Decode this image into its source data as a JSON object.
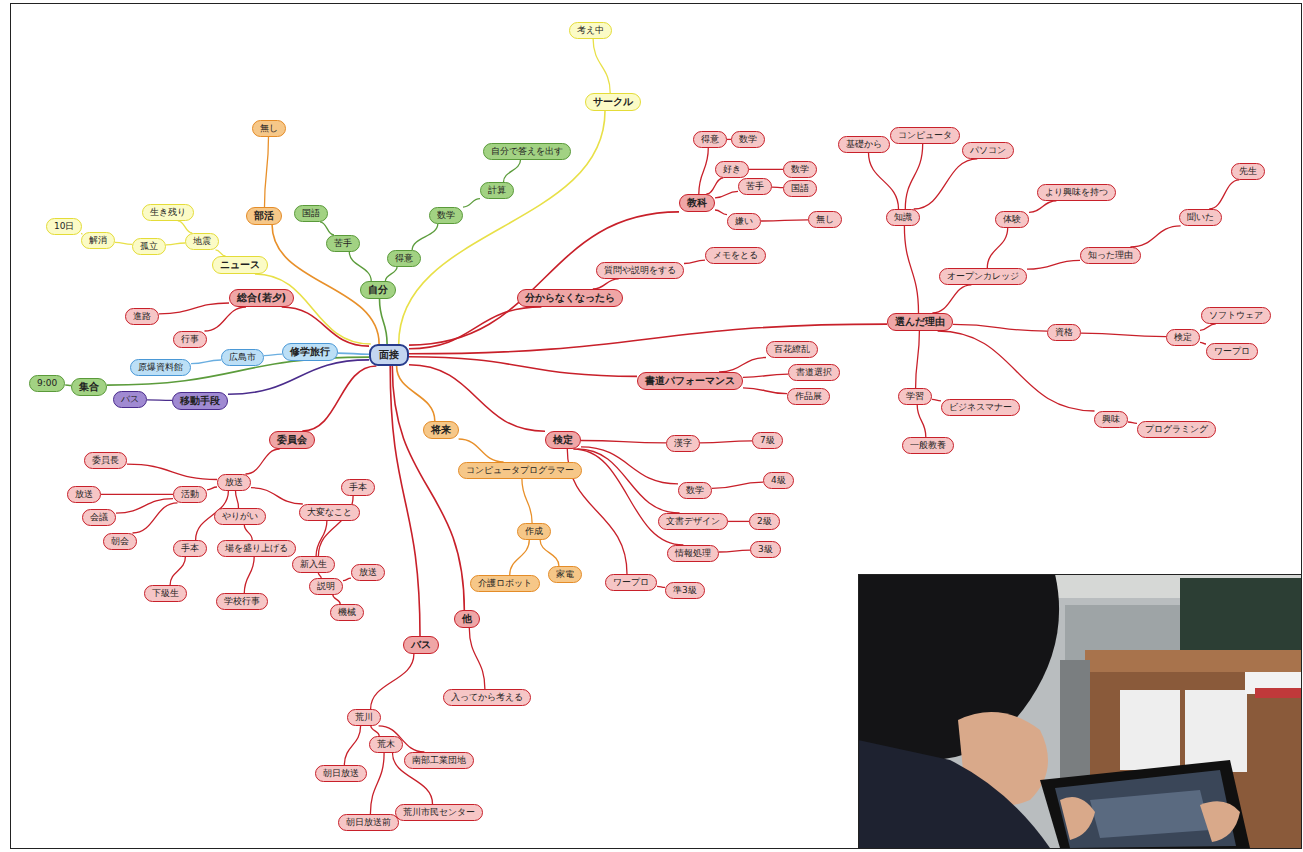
{
  "diagram": {
    "nodes": [
      {
        "text": [
          "面接"
        ]
      },
      {
        "text": [
          "サークル"
        ]
      },
      {
        "text": [
          "考え中"
        ]
      },
      {
        "text": [
          "ニュース"
        ]
      },
      {
        "text": [
          "地震"
        ]
      },
      {
        "text": [
          "生き残り"
        ]
      },
      {
        "text": [
          "孤立"
        ]
      },
      {
        "text": [
          "解消"
        ]
      },
      {
        "text": [
          "10日"
        ]
      },
      {
        "text": [
          "部活"
        ]
      },
      {
        "text": [
          "無し"
        ]
      },
      {
        "text": [
          "自分"
        ]
      },
      {
        "text": [
          "苦手"
        ]
      },
      {
        "text": [
          "国語"
        ]
      },
      {
        "text": [
          "得意"
        ]
      },
      {
        "text": [
          "数学"
        ]
      },
      {
        "text": [
          "計算"
        ]
      },
      {
        "text": [
          "自分で答えを出す"
        ]
      },
      {
        "text": [
          "総合(若夕)"
        ]
      },
      {
        "text": [
          "進路"
        ]
      },
      {
        "text": [
          "行事"
        ]
      },
      {
        "text": [
          "修学旅行"
        ]
      },
      {
        "text": [
          "広島市"
        ]
      },
      {
        "text": [
          "原爆資料館"
        ]
      },
      {
        "text": [
          "集合"
        ]
      },
      {
        "text": [
          "9:00"
        ]
      },
      {
        "text": [
          "移動手段"
        ]
      },
      {
        "text": [
          "バス"
        ]
      },
      {
        "text": [
          "委員会"
        ]
      },
      {
        "text": [
          "放送"
        ]
      },
      {
        "text": [
          "委員長"
        ]
      },
      {
        "text": [
          "活動"
        ]
      },
      {
        "text": [
          "放送"
        ]
      },
      {
        "text": [
          "会議"
        ]
      },
      {
        "text": [
          "朝会"
        ]
      },
      {
        "text": [
          "やりがい"
        ]
      },
      {
        "text": [
          "場を盛り上げる"
        ]
      },
      {
        "text": [
          "学校行事"
        ]
      },
      {
        "text": [
          "手本"
        ]
      },
      {
        "text": [
          "下級生"
        ]
      },
      {
        "text": [
          "大変なこと"
        ]
      },
      {
        "text": [
          "新入生"
        ]
      },
      {
        "text": [
          "手本"
        ]
      },
      {
        "text": [
          "説明"
        ]
      },
      {
        "text": [
          "放送"
        ]
      },
      {
        "text": [
          "機械"
        ]
      },
      {
        "text": [
          "バス"
        ]
      },
      {
        "text": [
          "荒川"
        ]
      },
      {
        "text": [
          "朝日放送"
        ]
      },
      {
        "text": [
          "荒木"
        ]
      },
      {
        "text": [
          "朝日放送前"
        ]
      },
      {
        "text": [
          "荒川市民センター"
        ]
      },
      {
        "text": [
          "南部工業団地"
        ]
      },
      {
        "text": [
          "他"
        ]
      },
      {
        "text": [
          "入ってから考える"
        ]
      },
      {
        "text": [
          "将来"
        ]
      },
      {
        "text": [
          "コンピュータプログラマー"
        ]
      },
      {
        "text": [
          "作成"
        ]
      },
      {
        "text": [
          "介護ロボット"
        ]
      },
      {
        "text": [
          "家電"
        ]
      },
      {
        "text": [
          "検定"
        ]
      },
      {
        "text": [
          "漢字"
        ]
      },
      {
        "text": [
          "7級"
        ]
      },
      {
        "text": [
          "数学"
        ]
      },
      {
        "text": [
          "4級"
        ]
      },
      {
        "text": [
          "文書デザイン"
        ]
      },
      {
        "text": [
          "2級"
        ]
      },
      {
        "text": [
          "情報処理"
        ]
      },
      {
        "text": [
          "3級"
        ]
      },
      {
        "text": [
          "ワープロ"
        ]
      },
      {
        "text": [
          "準3級"
        ]
      },
      {
        "text": [
          "書道パフォーマンス"
        ]
      },
      {
        "text": [
          "百花繚乱"
        ]
      },
      {
        "text": [
          "書道選択"
        ]
      },
      {
        "text": [
          "作品展"
        ]
      },
      {
        "text": [
          "分からなくなったら"
        ]
      },
      {
        "text": [
          "質問や説明をする"
        ]
      },
      {
        "text": [
          "メモをとる"
        ]
      },
      {
        "text": [
          "教科"
        ]
      },
      {
        "text": [
          "得意"
        ]
      },
      {
        "text": [
          "数学"
        ]
      },
      {
        "text": [
          "好き"
        ]
      },
      {
        "text": [
          "数学"
        ]
      },
      {
        "text": [
          "苦手"
        ]
      },
      {
        "text": [
          "国語"
        ]
      },
      {
        "text": [
          "嫌い"
        ]
      },
      {
        "text": [
          "無し"
        ]
      },
      {
        "text": [
          "選んだ理由"
        ]
      },
      {
        "text": [
          "知識"
        ]
      },
      {
        "text": [
          "基礎から"
        ]
      },
      {
        "text": [
          "コンピュータ"
        ]
      },
      {
        "text": [
          "パソコン"
        ]
      },
      {
        "text": [
          "オープンカレッジ"
        ]
      },
      {
        "text": [
          "体験"
        ]
      },
      {
        "text": [
          "より興味を持つ"
        ]
      },
      {
        "text": [
          "知った理由"
        ]
      },
      {
        "text": [
          "聞いた"
        ]
      },
      {
        "text": [
          "先生"
        ]
      },
      {
        "text": [
          "資格"
        ]
      },
      {
        "text": [
          "検定"
        ]
      },
      {
        "text": [
          "ソフトウェア"
        ]
      },
      {
        "text": [
          "ワープロ"
        ]
      },
      {
        "text": [
          "学習"
        ]
      },
      {
        "text": [
          "ビジネスマナー"
        ]
      },
      {
        "text": [
          "一般教養"
        ]
      },
      {
        "text": [
          "興味"
        ]
      },
      {
        "text": [
          "プログラミング"
        ]
      }
    ],
    "edges": [
      {
        "from": 0,
        "to": 1,
        "arrow": "none"
      },
      {
        "from": 1,
        "to": 2,
        "arrow": "none"
      },
      {
        "from": 0,
        "to": 3,
        "arrow": "none"
      },
      {
        "from": 3,
        "to": 4,
        "arrow": "none"
      },
      {
        "from": 4,
        "to": 5,
        "arrow": "none"
      },
      {
        "from": 4,
        "to": 6,
        "arrow": "none"
      },
      {
        "from": 6,
        "to": 7,
        "arrow": "none"
      },
      {
        "from": 7,
        "to": 8,
        "arrow": "none"
      },
      {
        "from": 0,
        "to": 9,
        "arrow": "none"
      },
      {
        "from": 9,
        "to": 10,
        "arrow": "none"
      },
      {
        "from": 0,
        "to": 11,
        "arrow": "none"
      },
      {
        "from": 11,
        "to": 12,
        "arrow": "none"
      },
      {
        "from": 12,
        "to": 13,
        "arrow": "none"
      },
      {
        "from": 11,
        "to": 14,
        "arrow": "none"
      },
      {
        "from": 14,
        "to": 15,
        "arrow": "none"
      },
      {
        "from": 15,
        "to": 16,
        "arrow": "none"
      },
      {
        "from": 16,
        "to": 17,
        "arrow": "none"
      },
      {
        "from": 0,
        "to": 18,
        "arrow": "none"
      },
      {
        "from": 18,
        "to": 19,
        "arrow": "none"
      },
      {
        "from": 18,
        "to": 20,
        "arrow": "none"
      },
      {
        "from": 0,
        "to": 21,
        "arrow": "none"
      },
      {
        "from": 21,
        "to": 22,
        "arrow": "none"
      },
      {
        "from": 22,
        "to": 23,
        "arrow": "none"
      },
      {
        "from": 0,
        "to": 24,
        "arrow": "none"
      },
      {
        "from": 24,
        "to": 25,
        "arrow": "none"
      },
      {
        "from": 0,
        "to": 26,
        "arrow": "none"
      },
      {
        "from": 26,
        "to": 27,
        "arrow": "none"
      },
      {
        "from": 0,
        "to": 28,
        "arrow": "none"
      },
      {
        "from": 28,
        "to": 29,
        "arrow": "none"
      },
      {
        "from": 29,
        "to": 30,
        "arrow": "none"
      },
      {
        "from": 29,
        "to": 31,
        "arrow": "none"
      },
      {
        "from": 31,
        "to": 32,
        "arrow": "none"
      },
      {
        "from": 31,
        "to": 33,
        "arrow": "none"
      },
      {
        "from": 31,
        "to": 34,
        "arrow": "none"
      },
      {
        "from": 29,
        "to": 35,
        "arrow": "none"
      },
      {
        "from": 35,
        "to": 36,
        "arrow": "none"
      },
      {
        "from": 36,
        "to": 37,
        "arrow": "none"
      },
      {
        "from": 29,
        "to": 38,
        "arrow": "none"
      },
      {
        "from": 38,
        "to": 39,
        "arrow": "none"
      },
      {
        "from": 29,
        "to": 40,
        "arrow": "none"
      },
      {
        "from": 40,
        "to": 41,
        "arrow": "none"
      },
      {
        "from": 41,
        "to": 42,
        "arrow": "none"
      },
      {
        "from": 41,
        "to": 43,
        "arrow": "none"
      },
      {
        "from": 43,
        "to": 44,
        "arrow": "none"
      },
      {
        "from": 43,
        "to": 45,
        "arrow": "none"
      },
      {
        "from": 0,
        "to": 46,
        "arrow": "none"
      },
      {
        "from": 46,
        "to": 47,
        "arrow": "none"
      },
      {
        "from": 47,
        "to": 48,
        "arrow": "none"
      },
      {
        "from": 47,
        "to": 49,
        "arrow": "none"
      },
      {
        "from": 49,
        "to": 50,
        "arrow": "none"
      },
      {
        "from": 49,
        "to": 51,
        "arrow": "none"
      },
      {
        "from": 47,
        "to": 52,
        "arrow": "none"
      },
      {
        "from": 0,
        "to": 53,
        "arrow": "none"
      },
      {
        "from": 53,
        "to": 54,
        "arrow": "none"
      },
      {
        "from": 0,
        "to": 55,
        "arrow": "none"
      },
      {
        "from": 55,
        "to": 56,
        "arrow": "none"
      },
      {
        "from": 56,
        "to": 57,
        "arrow": "none"
      },
      {
        "from": 57,
        "to": 58,
        "arrow": "none"
      },
      {
        "from": 57,
        "to": 59,
        "arrow": "none"
      },
      {
        "from": 0,
        "to": 60,
        "arrow": "none"
      },
      {
        "from": 60,
        "to": 61,
        "arrow": "none"
      },
      {
        "from": 61,
        "to": 62,
        "arrow": "none"
      },
      {
        "from": 60,
        "to": 63,
        "arrow": "none"
      },
      {
        "from": 63,
        "to": 64,
        "arrow": "none"
      },
      {
        "from": 60,
        "to": 65,
        "arrow": "none"
      },
      {
        "from": 65,
        "to": 66,
        "arrow": "none"
      },
      {
        "from": 60,
        "to": 67,
        "arrow": "none"
      },
      {
        "from": 67,
        "to": 68,
        "arrow": "none"
      },
      {
        "from": 60,
        "to": 69,
        "arrow": "none"
      },
      {
        "from": 69,
        "to": 70,
        "arrow": "none"
      },
      {
        "from": 0,
        "to": 71,
        "arrow": "none"
      },
      {
        "from": 71,
        "to": 72,
        "arrow": "none"
      },
      {
        "from": 71,
        "to": 73,
        "arrow": "none"
      },
      {
        "from": 71,
        "to": 74,
        "arrow": "none"
      },
      {
        "from": 0,
        "to": 75,
        "arrow": "none"
      },
      {
        "from": 75,
        "to": 76,
        "arrow": "none"
      },
      {
        "from": 76,
        "to": 77,
        "arrow": "none"
      },
      {
        "from": 0,
        "to": 78,
        "arrow": "none"
      },
      {
        "from": 78,
        "to": 79,
        "arrow": "none"
      },
      {
        "from": 79,
        "to": 80,
        "arrow": "none"
      },
      {
        "from": 78,
        "to": 81,
        "arrow": "none"
      },
      {
        "from": 81,
        "to": 82,
        "arrow": "none"
      },
      {
        "from": 78,
        "to": 83,
        "arrow": "none"
      },
      {
        "from": 83,
        "to": 84,
        "arrow": "none"
      },
      {
        "from": 78,
        "to": 85,
        "arrow": "none"
      },
      {
        "from": 85,
        "to": 86,
        "arrow": "none"
      },
      {
        "from": 0,
        "to": 87,
        "arrow": "none"
      },
      {
        "from": 87,
        "to": 88,
        "arrow": "none"
      },
      {
        "from": 88,
        "to": 89,
        "arrow": "none"
      },
      {
        "from": 88,
        "to": 90,
        "arrow": "none"
      },
      {
        "from": 88,
        "to": 91,
        "arrow": "none"
      },
      {
        "from": 87,
        "to": 92,
        "arrow": "none"
      },
      {
        "from": 92,
        "to": 93,
        "arrow": "none"
      },
      {
        "from": 93,
        "to": 94,
        "arrow": "none"
      },
      {
        "from": 92,
        "to": 95,
        "arrow": "none"
      },
      {
        "from": 95,
        "to": 96,
        "arrow": "none"
      },
      {
        "from": 96,
        "to": 97,
        "arrow": "none"
      },
      {
        "from": 87,
        "to": 98,
        "arrow": "none"
      },
      {
        "from": 98,
        "to": 99,
        "arrow": "none"
      },
      {
        "from": 99,
        "to": 100,
        "arrow": "none"
      },
      {
        "from": 99,
        "to": 101,
        "arrow": "none"
      },
      {
        "from": 87,
        "to": 102,
        "arrow": "none"
      },
      {
        "from": 102,
        "to": 103,
        "arrow": "none"
      },
      {
        "from": 102,
        "to": 104,
        "arrow": "none"
      },
      {
        "from": 87,
        "to": 105,
        "arrow": "none"
      },
      {
        "from": 105,
        "to": 106,
        "arrow": "none"
      }
    ]
  }
}
